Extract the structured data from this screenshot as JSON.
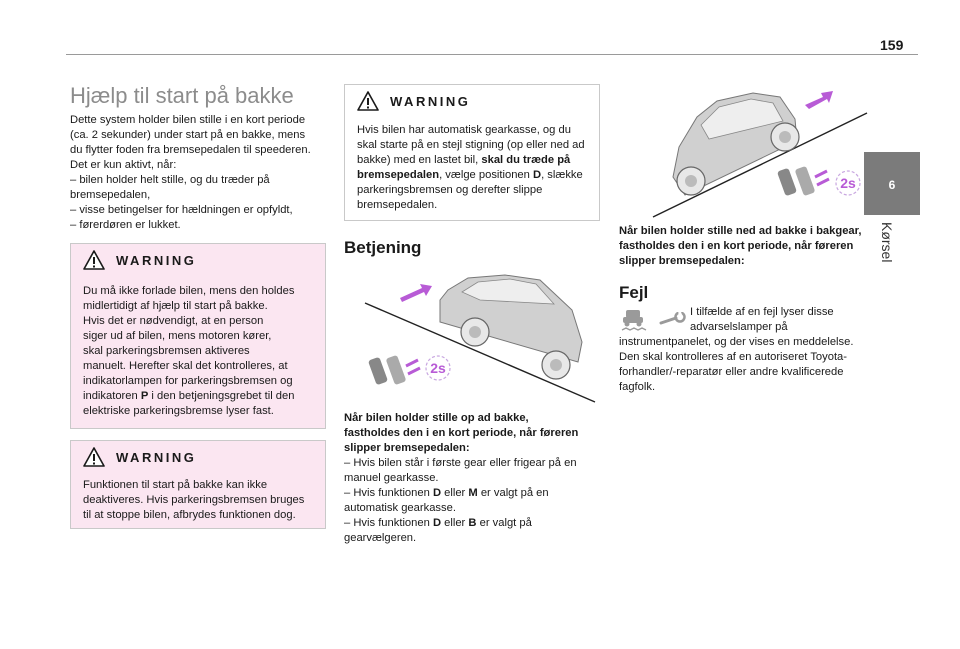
{
  "page": {
    "number": "159"
  },
  "side_tab": {
    "number": "6",
    "label": "Kørsel"
  },
  "left": {
    "title": "Hjælp til start på bakke",
    "intro_lines": [
      "Dette system holder bilen stille i en kort periode",
      "(ca. 2 sekunder) under start på en bakke, mens",
      "du flytter foden fra bremsepedalen til speederen.",
      "Det er kun aktivt, når:",
      "–  bilen holder helt stille, og du træder på",
      "bremsepedalen,",
      "–  visse betingelser for hældningen er opfyldt,",
      "–  førerdøren er lukket."
    ],
    "warning1": {
      "title": "WARNING",
      "lines": [
        "Du må ikke forlade bilen, mens den holdes",
        "midlertidigt af hjælp til start på bakke.",
        "Hvis det er nødvendigt, at en person",
        "siger ud af bilen, mens motoren kører,",
        "skal parkeringsbremsen aktiveres",
        "manuelt. Herefter skal det kontrolleres, at",
        "indikatorlampen for parkeringsbremsen og",
        "indikatoren ",
        "P",
        " i den betjeningsgrebet til den",
        "elektriske parkeringsbremse lyser fast."
      ]
    },
    "warning2": {
      "title": "WARNING",
      "lines": [
        "Funktionen til start på bakke kan ikke",
        "deaktiveres. Hvis parkeringsbremsen bruges",
        "til at stoppe bilen, afbrydes funktionen dog."
      ]
    }
  },
  "middle": {
    "warning": {
      "title": "WARNING",
      "l1": "Hvis bilen har automatisk gearkasse, og du",
      "l2": "skal starte på en stejl stigning (op eller ned ad",
      "l3a": "bakke) med en lastet bil, ",
      "l3b": "skal du træde på",
      "l4a": "bremsepedalen",
      "l4b": ", vælge positionen ",
      "l4c": "D",
      "l4d": ", slække",
      "l5": "parkeringsbremsen og derefter slippe",
      "l6": "bremsepedalen."
    },
    "heading": "Betjening",
    "illustration_label": "2s",
    "caption_lines": [
      "Når bilen holder stille op ad bakke,",
      "fastholdes den i en kort periode, når føreren",
      "slipper bremsepedalen:"
    ],
    "list": {
      "i1a": "–  Hvis bilen står i første gear eller frigear på en",
      "i1b": "manuel gearkasse.",
      "i2a": "–  Hvis funktionen ",
      "i2b": "D",
      "i2c": " eller ",
      "i2d": "M",
      "i2e": " er valgt på en",
      "i2f": "automatisk gearkasse.",
      "i3a": "–  Hvis funktionen ",
      "i3b": "D",
      "i3c": " eller  ",
      "i3d": "B",
      "i3e": "  er valgt på",
      "i3f": "gearvælgeren."
    }
  },
  "right": {
    "illustration_label": "2s",
    "caption_lines": [
      "Når bilen holder stille ned ad bakke i bakgear,",
      "fastholdes den i en kort periode, når føreren",
      "slipper bremsepedalen:"
    ],
    "fault_heading": "Fejl",
    "fault_lines": [
      "I tilfælde af en fejl lyser disse",
      "advarselslamper på",
      "instrumentpanelet, og der vises en meddelelse.",
      "Den skal kontrolleres af en autoriseret Toyota-",
      "forhandler/-reparatør eller andre kvalificerede",
      "fagfolk."
    ]
  }
}
